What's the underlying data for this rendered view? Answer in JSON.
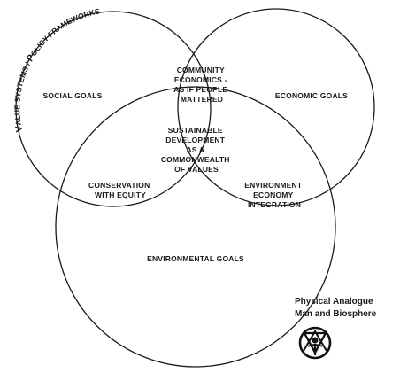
{
  "side_label": {
    "part1_initial": "V",
    "part1_rest": "ALUE SYSTEMS / ",
    "part2_initial": "P",
    "part2_rest": "OLICY FRAMEWORKS"
  },
  "circles": {
    "social": [
      "SOCIAL GOALS"
    ],
    "economic": [
      "ECONOMIC GOALS"
    ],
    "environmental": [
      "ENVIRONMENTAL GOALS"
    ]
  },
  "overlaps": {
    "social_economic": [
      "COMMUNITY",
      "ECONOMICS -",
      "AS IF PEOPLE",
      "MATTERED"
    ],
    "social_environmental": [
      "CONSERVATION",
      "WITH EQUITY"
    ],
    "economic_environmental": [
      "ENVIRONMENT",
      "ECONOMY",
      "INTEGRATION"
    ],
    "center": [
      "SUSTAINABLE",
      "DEVELOPMENT",
      "AS A",
      "COMMONWEALTH",
      "OF VALUES"
    ]
  },
  "note": {
    "line1": "Physical Analogue",
    "line2": "Man and Biosphere"
  },
  "symbol": "man-and-biosphere-symbol-icon"
}
